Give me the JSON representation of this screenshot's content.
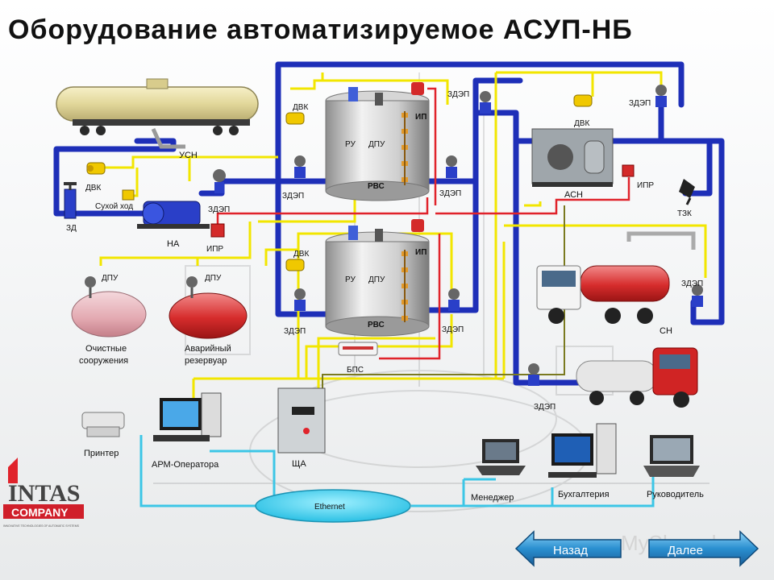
{
  "title": "Оборудование автоматизируемое АСУП-НБ",
  "labels": {
    "usn": "УСН",
    "dvk": "ДВК",
    "suhoy_hod": "Сухой ход",
    "zd": "ЗД",
    "na": "НА",
    "zdep": "ЗДЭП",
    "ipr": "ИПР",
    "ru": "РУ",
    "dpu": "ДПУ",
    "ip": "ИП",
    "rvs": "РВС",
    "asn": "АСН",
    "tzk": "ТЗК",
    "sn": "СН",
    "bps": "БПС",
    "ochistnye_1": "Очистные",
    "ochistnye_2": "сооружения",
    "avariyny_1": "Аварийный",
    "avariyny_2": "резервуар",
    "printer": "Принтер",
    "arm": "АРМ-Оператора",
    "shcha": "ЩА",
    "menedzher": "Менеджер",
    "buhgalteriya": "Бухгалтерия",
    "rukovoditel": "Руководитель",
    "ethernet": "Ethernet"
  },
  "logo": {
    "line1": "INTAS",
    "line2": "COMPANY",
    "tagline": "INNOVATIVE TECHNOLOGIES OF AUTOMATIC SYSTEMS"
  },
  "nav": {
    "back_label": "Назад",
    "next_label": "Далее"
  },
  "watermark": "MyShared",
  "colors": {
    "pipe_blue": "#1e2fb8",
    "signal_yellow": "#f2e600",
    "signal_red": "#e0232b",
    "ethernet_cyan": "#3cc6e6",
    "button_blue": "#2a8fd0"
  }
}
